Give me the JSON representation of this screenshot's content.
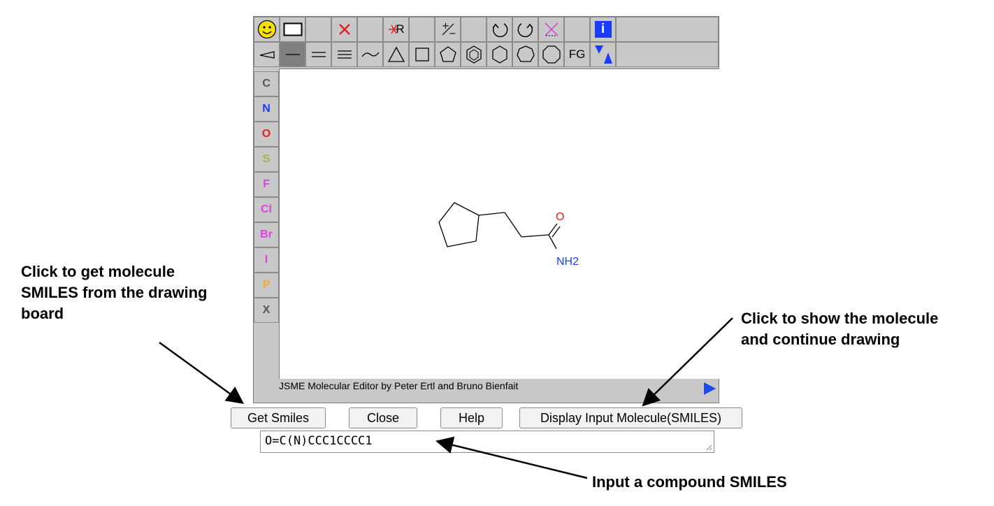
{
  "editor": {
    "status_text": "JSME Molecular Editor by Peter Ertl and Bruno Bienfait",
    "toolbar_fg_label": "FG",
    "toolbar_rgroup_label": "R",
    "toolbar_info_label": "i",
    "atoms": [
      {
        "label": "C",
        "color": "#555555"
      },
      {
        "label": "N",
        "color": "#1a3cff"
      },
      {
        "label": "O",
        "color": "#e02020"
      },
      {
        "label": "S",
        "color": "#b0b040"
      },
      {
        "label": "F",
        "color": "#e040e0"
      },
      {
        "label": "Cl",
        "color": "#e040e0"
      },
      {
        "label": "Br",
        "color": "#e040e0"
      },
      {
        "label": "I",
        "color": "#e040e0"
      },
      {
        "label": "P",
        "color": "#f0b020"
      },
      {
        "label": "X",
        "color": "#555555"
      }
    ],
    "molecule": {
      "o_label": "O",
      "nh2_label": "NH2"
    }
  },
  "buttons": {
    "get_smiles": "Get Smiles",
    "close": "Close",
    "help": "Help",
    "display_input": "Display Input Molecule(SMILES)"
  },
  "smiles_input": {
    "value": "O=C(N)CCC1CCCC1"
  },
  "annotations": {
    "get_smiles_note": [
      "Click to get molecule",
      "SMILES from the drawing",
      "board"
    ],
    "display_note": [
      "Click to show the molecule",
      "and continue drawing"
    ],
    "input_note": "Input a compound SMILES"
  }
}
